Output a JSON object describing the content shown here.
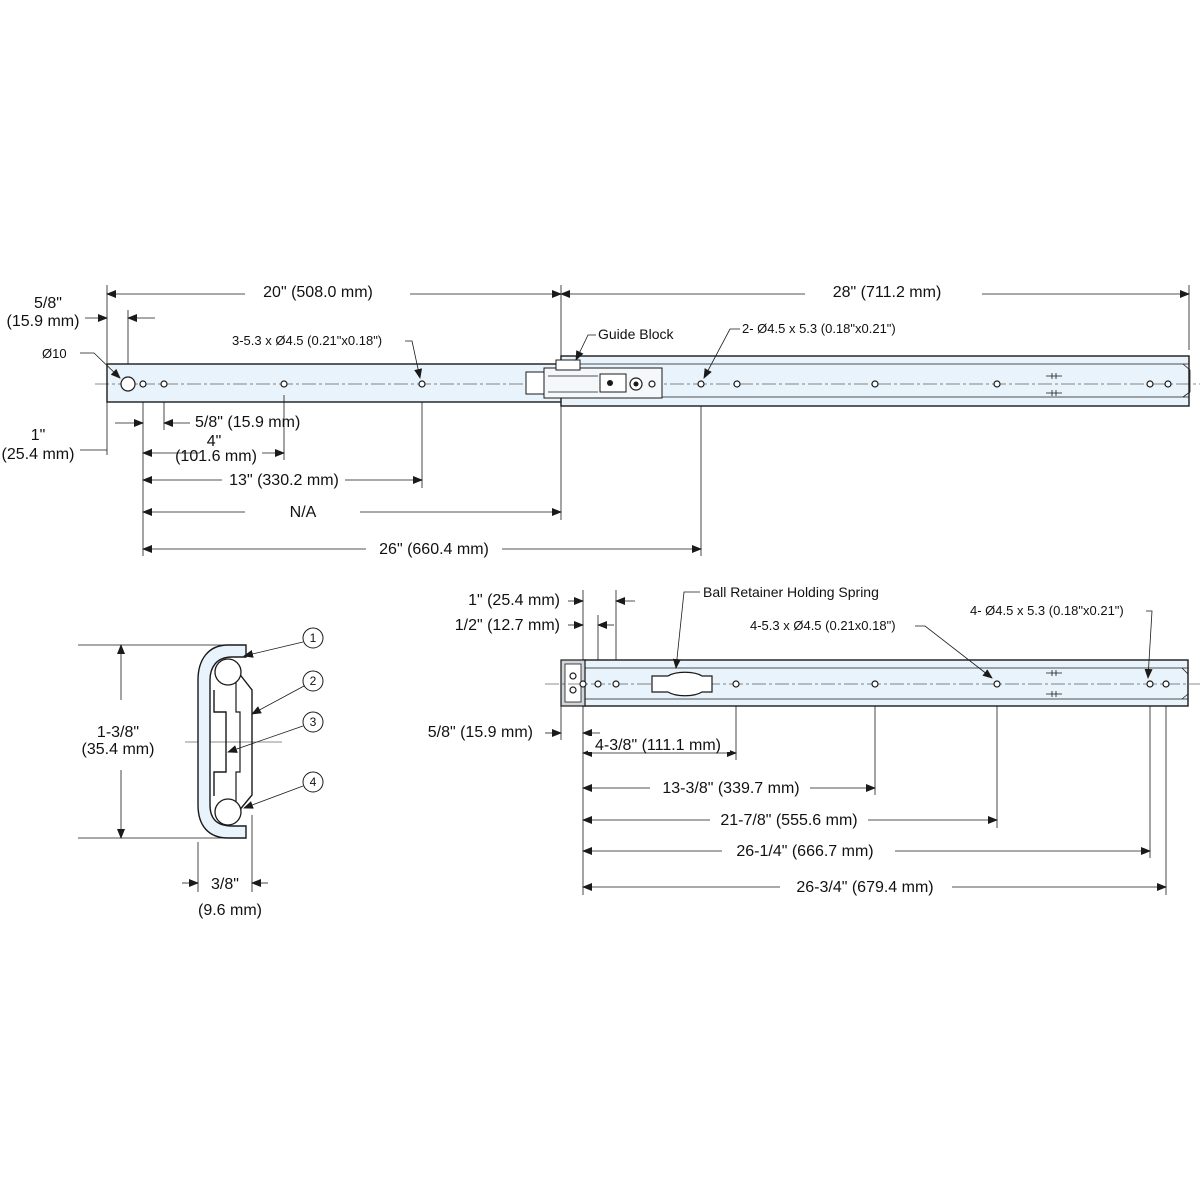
{
  "top_view": {
    "dim_20": "20\" (508.0 mm)",
    "dim_28": "28\" (711.2 mm)",
    "dim_5_8_top_a": "5/8\"",
    "dim_5_8_top_b": "(15.9 mm)",
    "dia_10": "Ø10",
    "holes_3": "3-5.3 x Ø4.5 (0.21\"x0.18\")",
    "guide_block": "Guide Block",
    "holes_2": "2- Ø4.5 x 5.3 (0.18\"x0.21\")",
    "dim_1_a": "1\"",
    "dim_1_b": "(25.4 mm)",
    "dim_5_8_low": "5/8\" (15.9 mm)",
    "dim_4_a": "4\"",
    "dim_4_b": "(101.6 mm)",
    "dim_13": "13\" (330.2 mm)",
    "dim_na": "N/A",
    "dim_26": "26\" (660.4 mm)"
  },
  "section_view": {
    "height_a": "1-3/8\"",
    "height_b": "(35.4 mm)",
    "width_a": "3/8\"",
    "width_b": "(9.6 mm)",
    "callouts": [
      "1",
      "2",
      "3",
      "4"
    ]
  },
  "bottom_view": {
    "dim_1": "1\" (25.4 mm)",
    "dim_1_2": "1/2\" (12.7 mm)",
    "spring": "Ball Retainer Holding Spring",
    "holes_4_a": "4-5.3 x Ø4.5 (0.21x0.18\")",
    "holes_4_b": "4- Ø4.5 x 5.3 (0.18\"x0.21\")",
    "dim_5_8": "5/8\" (15.9 mm)",
    "dim_4_3_8": "4-3/8\" (111.1 mm)",
    "dim_13_3_8": "13-3/8\" (339.7 mm)",
    "dim_21_7_8": "21-7/8\" (555.6 mm)",
    "dim_26_1_4": "26-1/4\" (666.7 mm)",
    "dim_26_3_4": "26-3/4\" (679.4 mm)"
  }
}
